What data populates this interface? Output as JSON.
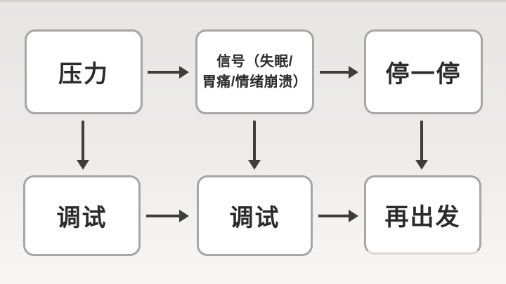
{
  "diagram": {
    "type": "flowchart",
    "colors": {
      "background": "#e7e6e3",
      "box_fill": "#ffffff",
      "box_border": "#a6a6a6",
      "arrow": "#3d3d3d",
      "text": "#2b2b2b"
    },
    "nodes": [
      {
        "id": "pressure",
        "label": "压力"
      },
      {
        "id": "signal",
        "lines": [
          "信号（失眠/",
          "胃痛/情绪崩溃）"
        ],
        "label": "信号（失眠/胃痛/情绪崩溃）"
      },
      {
        "id": "pause",
        "label": "停一停"
      },
      {
        "id": "adjust_left",
        "label": "调试"
      },
      {
        "id": "adjust_center",
        "label": "调试"
      },
      {
        "id": "restart",
        "label": "再出发"
      }
    ],
    "edges": [
      {
        "from": "pressure",
        "to": "signal",
        "direction": "right"
      },
      {
        "from": "signal",
        "to": "pause",
        "direction": "right"
      },
      {
        "from": "pressure",
        "to": "adjust_left",
        "direction": "down"
      },
      {
        "from": "signal",
        "to": "adjust_center",
        "direction": "down"
      },
      {
        "from": "pause",
        "to": "restart",
        "direction": "down"
      },
      {
        "from": "adjust_left",
        "to": "adjust_center",
        "direction": "right"
      },
      {
        "from": "adjust_center",
        "to": "restart",
        "direction": "right"
      }
    ]
  }
}
